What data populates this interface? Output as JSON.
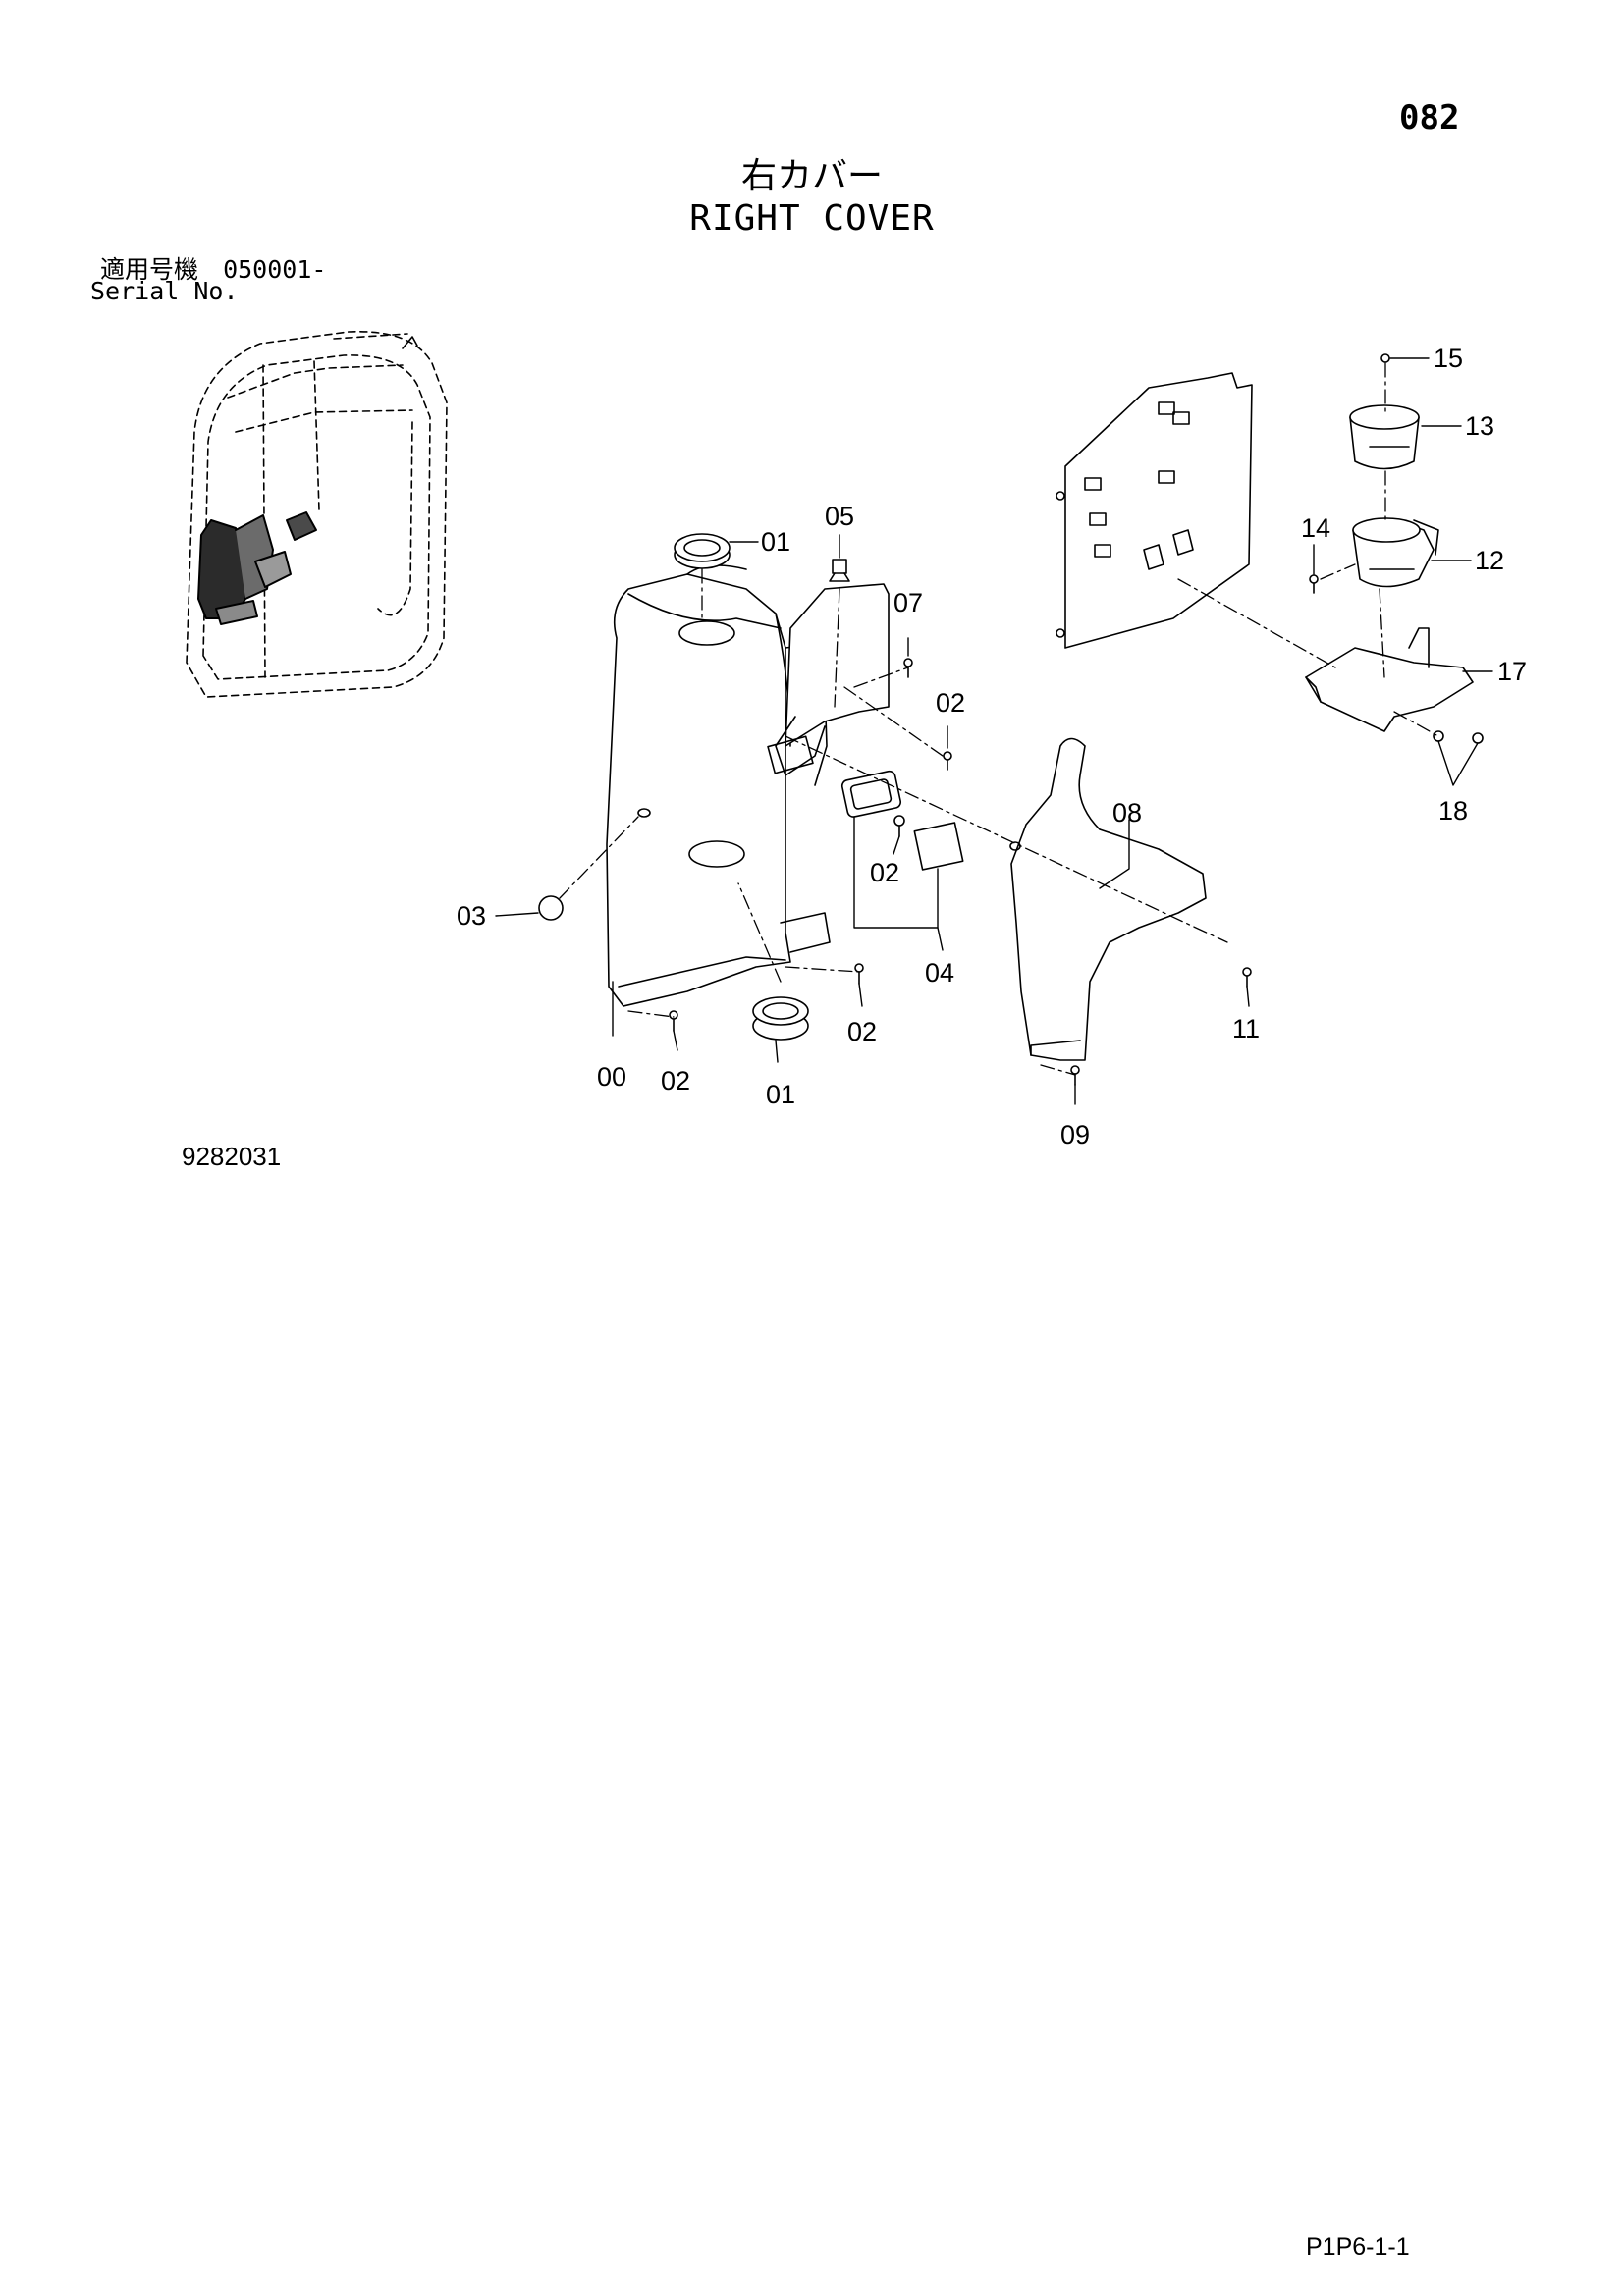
{
  "page": {
    "number": "082",
    "title_jp": "右カバー",
    "title_en": "RIGHT COVER",
    "serial_label_jp": "適用号機",
    "serial_value": "050001-",
    "serial_label_en": "Serial No.",
    "drawing_number": "9282031",
    "sheet_code": "P1P6-1-1"
  },
  "callouts": [
    {
      "id": "c01a",
      "label": "01"
    },
    {
      "id": "c05",
      "label": "05"
    },
    {
      "id": "c07",
      "label": "07"
    },
    {
      "id": "c02a",
      "label": "02"
    },
    {
      "id": "c02b",
      "label": "02"
    },
    {
      "id": "c03",
      "label": "03"
    },
    {
      "id": "c04",
      "label": "04"
    },
    {
      "id": "c02c",
      "label": "02"
    },
    {
      "id": "c00",
      "label": "00"
    },
    {
      "id": "c02d",
      "label": "02"
    },
    {
      "id": "c01b",
      "label": "01"
    },
    {
      "id": "c08",
      "label": "08"
    },
    {
      "id": "c11",
      "label": "11"
    },
    {
      "id": "c09",
      "label": "09"
    },
    {
      "id": "c15",
      "label": "15"
    },
    {
      "id": "c13",
      "label": "13"
    },
    {
      "id": "c14",
      "label": "14"
    },
    {
      "id": "c12",
      "label": "12"
    },
    {
      "id": "c17",
      "label": "17"
    },
    {
      "id": "c18",
      "label": "18"
    }
  ]
}
